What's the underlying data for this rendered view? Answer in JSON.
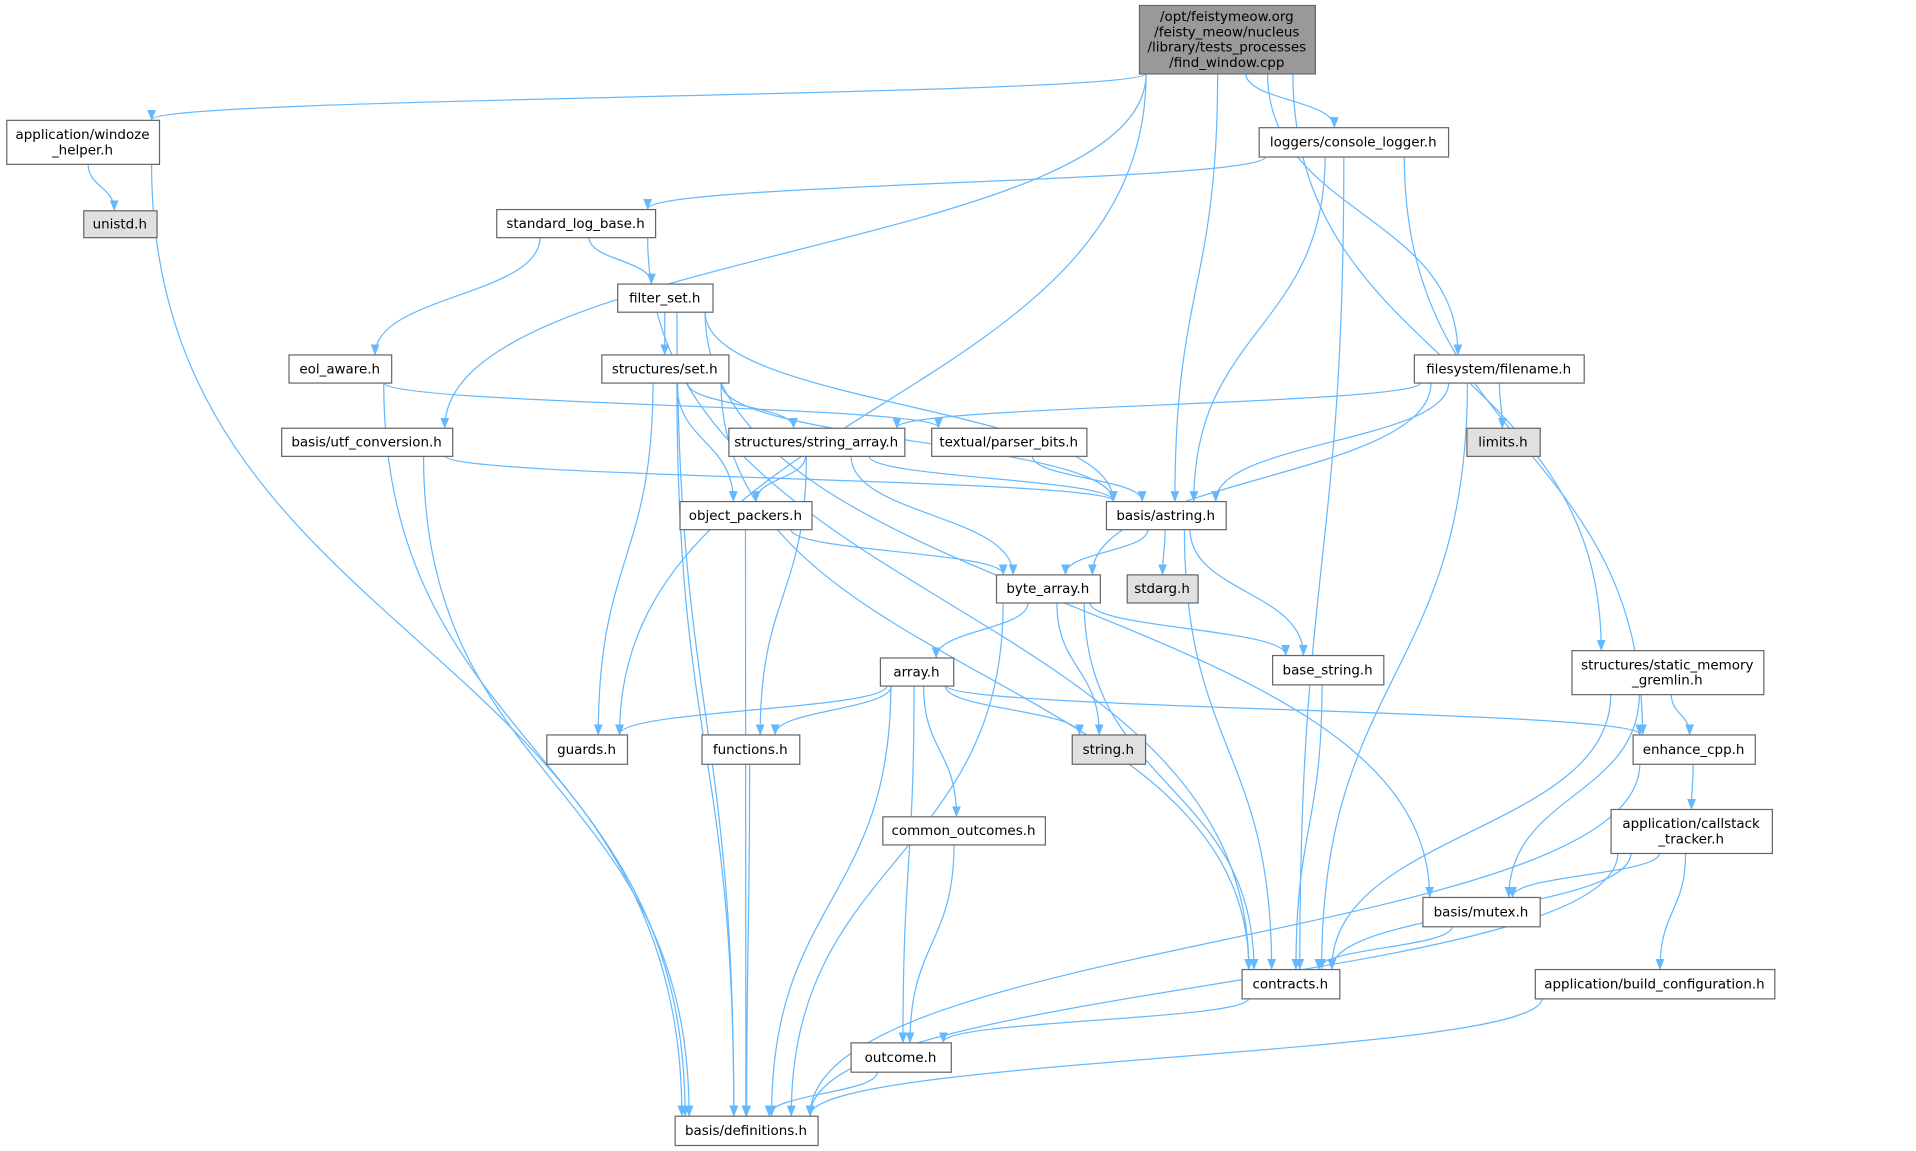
{
  "colors": {
    "edge": "#63b8ff",
    "node_fill": "#ffffff",
    "root_fill": "#999999",
    "system_fill": "#e0e0e0",
    "border": "#666666"
  },
  "nodes": [
    {
      "id": "main",
      "lines": [
        "/opt/feistymeow.org",
        "/feisty_meow/nucleus",
        "/library/tests_processes",
        "/find_window.cpp"
      ],
      "kind": "root"
    },
    {
      "id": "windoze",
      "lines": [
        "application/windoze",
        "_helper.h"
      ],
      "kind": "normal"
    },
    {
      "id": "unistd",
      "lines": [
        "unistd.h"
      ],
      "kind": "system"
    },
    {
      "id": "console_logger",
      "lines": [
        "loggers/console_logger.h"
      ],
      "kind": "normal"
    },
    {
      "id": "standard_log_base",
      "lines": [
        "standard_log_base.h"
      ],
      "kind": "normal"
    },
    {
      "id": "filter_set",
      "lines": [
        "filter_set.h"
      ],
      "kind": "normal"
    },
    {
      "id": "eol_aware",
      "lines": [
        "eol_aware.h"
      ],
      "kind": "normal"
    },
    {
      "id": "set",
      "lines": [
        "structures/set.h"
      ],
      "kind": "normal"
    },
    {
      "id": "filename",
      "lines": [
        "filesystem/filename.h"
      ],
      "kind": "normal"
    },
    {
      "id": "utf_conversion",
      "lines": [
        "basis/utf_conversion.h"
      ],
      "kind": "normal"
    },
    {
      "id": "string_array",
      "lines": [
        "structures/string_array.h"
      ],
      "kind": "normal"
    },
    {
      "id": "parser_bits",
      "lines": [
        "textual/parser_bits.h"
      ],
      "kind": "normal"
    },
    {
      "id": "limits",
      "lines": [
        "limits.h"
      ],
      "kind": "system"
    },
    {
      "id": "object_packers",
      "lines": [
        "object_packers.h"
      ],
      "kind": "normal"
    },
    {
      "id": "astring",
      "lines": [
        "basis/astring.h"
      ],
      "kind": "normal"
    },
    {
      "id": "byte_array",
      "lines": [
        "byte_array.h"
      ],
      "kind": "normal"
    },
    {
      "id": "stdarg",
      "lines": [
        "stdarg.h"
      ],
      "kind": "system"
    },
    {
      "id": "base_string",
      "lines": [
        "base_string.h"
      ],
      "kind": "normal"
    },
    {
      "id": "gremlin",
      "lines": [
        "structures/static_memory",
        "_gremlin.h"
      ],
      "kind": "normal"
    },
    {
      "id": "array",
      "lines": [
        "array.h"
      ],
      "kind": "normal"
    },
    {
      "id": "guards",
      "lines": [
        "guards.h"
      ],
      "kind": "normal"
    },
    {
      "id": "functions",
      "lines": [
        "functions.h"
      ],
      "kind": "normal"
    },
    {
      "id": "string",
      "lines": [
        "string.h"
      ],
      "kind": "system"
    },
    {
      "id": "enhance_cpp",
      "lines": [
        "enhance_cpp.h"
      ],
      "kind": "normal"
    },
    {
      "id": "common_outcomes",
      "lines": [
        "common_outcomes.h"
      ],
      "kind": "normal"
    },
    {
      "id": "callstack",
      "lines": [
        "application/callstack",
        "_tracker.h"
      ],
      "kind": "normal"
    },
    {
      "id": "mutex",
      "lines": [
        "basis/mutex.h"
      ],
      "kind": "normal"
    },
    {
      "id": "contracts",
      "lines": [
        "contracts.h"
      ],
      "kind": "normal"
    },
    {
      "id": "build_config",
      "lines": [
        "application/build_configuration.h"
      ],
      "kind": "normal"
    },
    {
      "id": "outcome",
      "lines": [
        "outcome.h"
      ],
      "kind": "normal"
    },
    {
      "id": "definitions",
      "lines": [
        "basis/definitions.h"
      ],
      "kind": "normal"
    }
  ],
  "edges": [
    [
      "main",
      "windoze"
    ],
    [
      "main",
      "guards"
    ],
    [
      "main",
      "utf_conversion"
    ],
    [
      "main",
      "astring"
    ],
    [
      "main",
      "console_logger"
    ],
    [
      "main",
      "filename"
    ],
    [
      "main",
      "gremlin"
    ],
    [
      "windoze",
      "unistd"
    ],
    [
      "windoze",
      "definitions"
    ],
    [
      "console_logger",
      "standard_log_base"
    ],
    [
      "console_logger",
      "astring"
    ],
    [
      "console_logger",
      "contracts"
    ],
    [
      "console_logger",
      "enhance_cpp"
    ],
    [
      "standard_log_base",
      "eol_aware"
    ],
    [
      "standard_log_base",
      "filter_set"
    ],
    [
      "standard_log_base",
      "contracts"
    ],
    [
      "filter_set",
      "set"
    ],
    [
      "filter_set",
      "definitions"
    ],
    [
      "filter_set",
      "astring"
    ],
    [
      "filter_set",
      "mutex"
    ],
    [
      "eol_aware",
      "parser_bits"
    ],
    [
      "eol_aware",
      "definitions"
    ],
    [
      "set",
      "string_array"
    ],
    [
      "set",
      "astring"
    ],
    [
      "set",
      "object_packers"
    ],
    [
      "set",
      "guards"
    ],
    [
      "set",
      "definitions"
    ],
    [
      "set",
      "contracts"
    ],
    [
      "filename",
      "string_array"
    ],
    [
      "filename",
      "astring"
    ],
    [
      "filename",
      "byte_array"
    ],
    [
      "filename",
      "limits"
    ],
    [
      "filename",
      "contracts"
    ],
    [
      "utf_conversion",
      "astring"
    ],
    [
      "utf_conversion",
      "definitions"
    ],
    [
      "string_array",
      "object_packers"
    ],
    [
      "string_array",
      "astring"
    ],
    [
      "string_array",
      "byte_array"
    ],
    [
      "string_array",
      "functions"
    ],
    [
      "parser_bits",
      "astring"
    ],
    [
      "object_packers",
      "byte_array"
    ],
    [
      "object_packers",
      "definitions"
    ],
    [
      "astring",
      "byte_array"
    ],
    [
      "astring",
      "stdarg"
    ],
    [
      "astring",
      "base_string"
    ],
    [
      "astring",
      "contracts"
    ],
    [
      "byte_array",
      "array"
    ],
    [
      "byte_array",
      "string"
    ],
    [
      "byte_array",
      "base_string"
    ],
    [
      "byte_array",
      "contracts"
    ],
    [
      "byte_array",
      "definitions"
    ],
    [
      "array",
      "guards"
    ],
    [
      "array",
      "functions"
    ],
    [
      "array",
      "string"
    ],
    [
      "array",
      "enhance_cpp"
    ],
    [
      "array",
      "common_outcomes"
    ],
    [
      "array",
      "outcome"
    ],
    [
      "array",
      "definitions"
    ],
    [
      "functions",
      "definitions"
    ],
    [
      "base_string",
      "contracts"
    ],
    [
      "gremlin",
      "enhance_cpp"
    ],
    [
      "gremlin",
      "mutex"
    ],
    [
      "gremlin",
      "contracts"
    ],
    [
      "enhance_cpp",
      "callstack"
    ],
    [
      "enhance_cpp",
      "definitions"
    ],
    [
      "callstack",
      "mutex"
    ],
    [
      "callstack",
      "contracts"
    ],
    [
      "callstack",
      "build_config"
    ],
    [
      "callstack",
      "definitions"
    ],
    [
      "mutex",
      "contracts"
    ],
    [
      "contracts",
      "outcome"
    ],
    [
      "common_outcomes",
      "outcome"
    ],
    [
      "outcome",
      "definitions"
    ],
    [
      "build_config",
      "definitions"
    ]
  ]
}
